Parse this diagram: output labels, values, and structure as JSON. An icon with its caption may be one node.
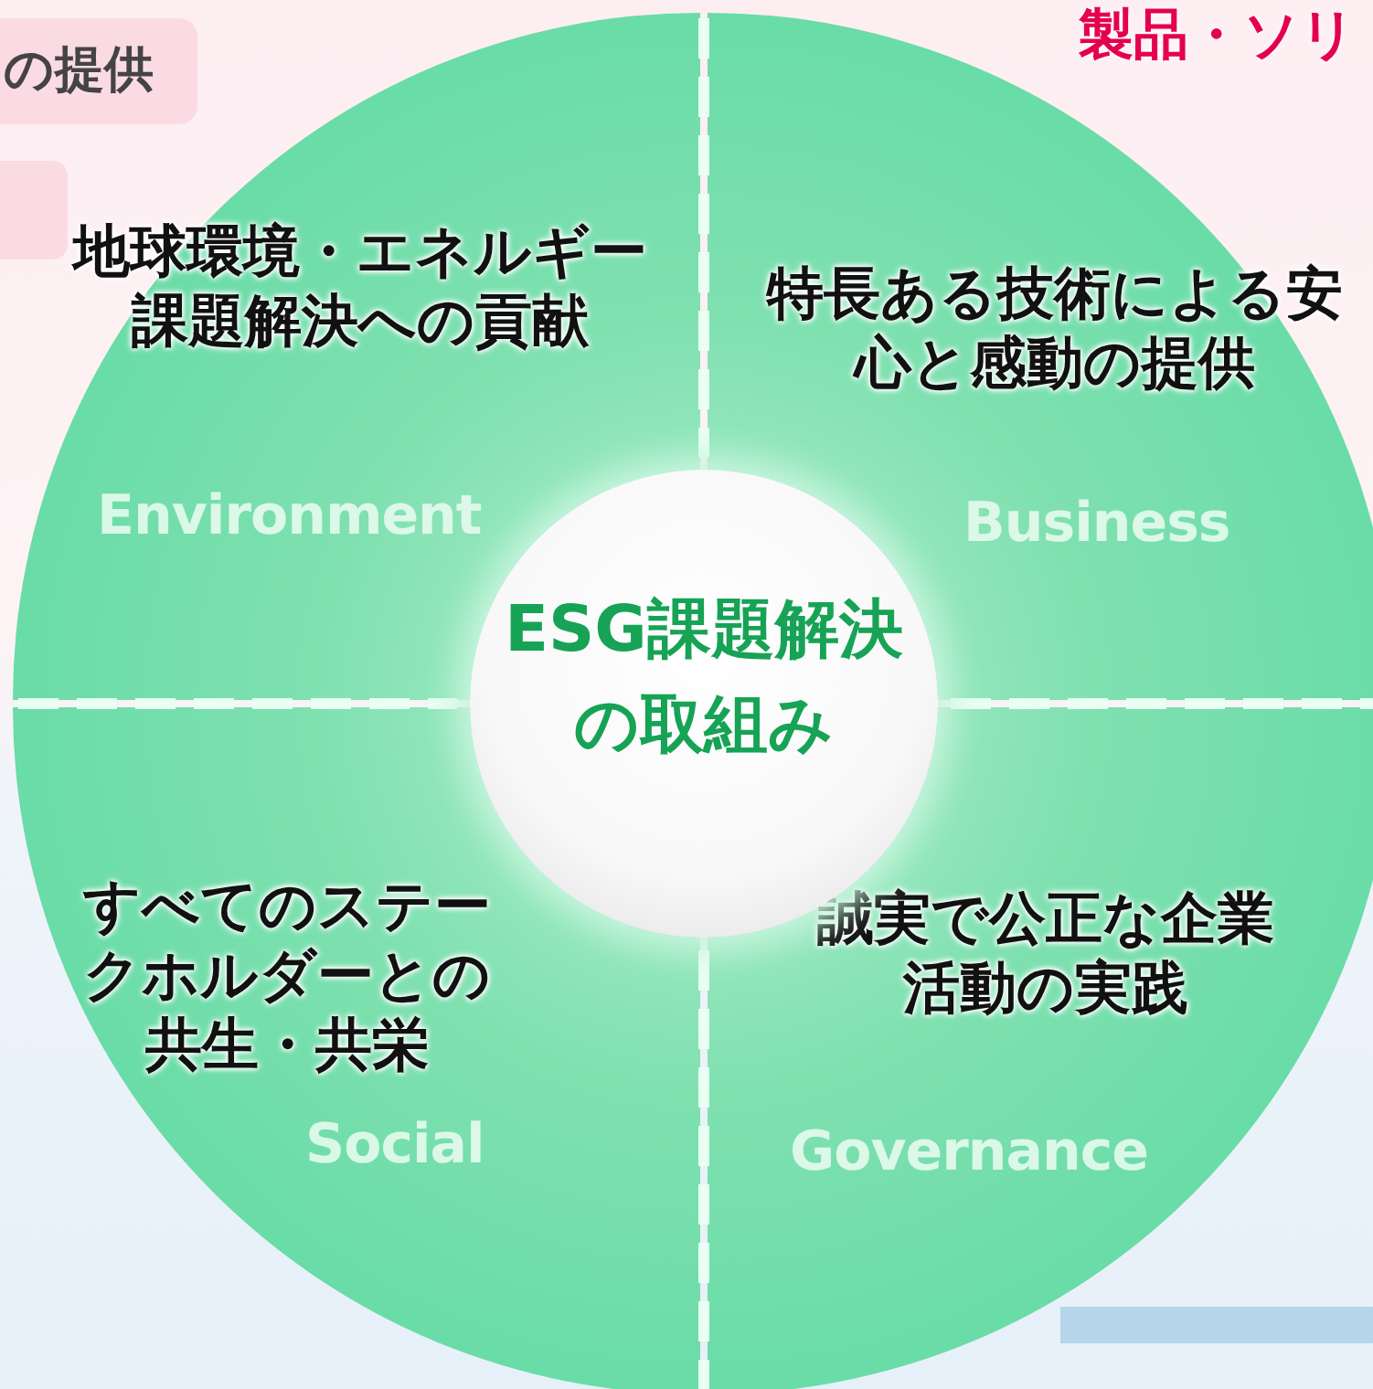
{
  "diagram": {
    "nodes": [
      {
        "text": [
          "の提供"
        ]
      },
      {
        "text": [
          "地球環境・エネルギー課題解決への貢献",
          "Environment"
        ]
      },
      {
        "text": [
          "特長ある技術による安心と感動の提供",
          "Business"
        ]
      },
      {
        "text": [
          "すべてのステークホルダーとの共生・共栄",
          "Social"
        ]
      },
      {
        "text": [
          "誠実で公正な企業活動の実践",
          "Governance"
        ]
      },
      {
        "text": [
          "ESG課題解決の取組み"
        ]
      }
    ],
    "labels": [
      "製品・ソリ"
    ]
  }
}
